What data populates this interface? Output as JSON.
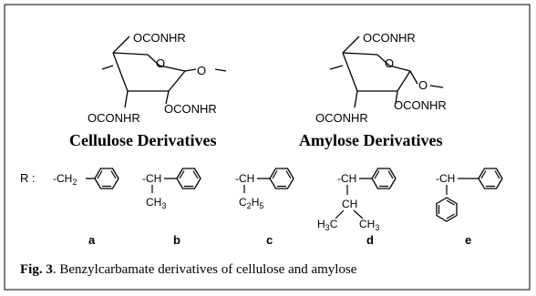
{
  "cellulose": {
    "sub_top": "OCONHR",
    "ring_o": "O",
    "sub_right": "OCONHR",
    "sub_bottom": "OCONHR",
    "title": "Cellulose Derivatives"
  },
  "amylose": {
    "sub_top": "OCONHR",
    "ring_o": "O",
    "link_o": "O",
    "sub_right": "OCONHR",
    "sub_bottom": "OCONHR",
    "title": "Amylose Derivatives"
  },
  "r_groups": {
    "prefix": "R :",
    "a": {
      "head": "-CH",
      "sub": "2",
      "label": "a"
    },
    "b": {
      "head": "-CH",
      "branch_text": "CH",
      "branch_sub": "3",
      "label": "b"
    },
    "c": {
      "head": "-CH",
      "branch_text": "C",
      "branch_sub1": "2",
      "branch_mid": "H",
      "branch_sub2": "5",
      "label": "c"
    },
    "d": {
      "head": "-CH",
      "mid": "CH",
      "left_text": "H",
      "left_sub": "3",
      "left_c": "C",
      "right_text": "CH",
      "right_sub": "3",
      "label": "d"
    },
    "e": {
      "head": "-CH",
      "label": "e"
    }
  },
  "caption": {
    "bold": "Fig. 3",
    "text": ". Benzylcarbamate derivatives of cellulose and amylose"
  }
}
